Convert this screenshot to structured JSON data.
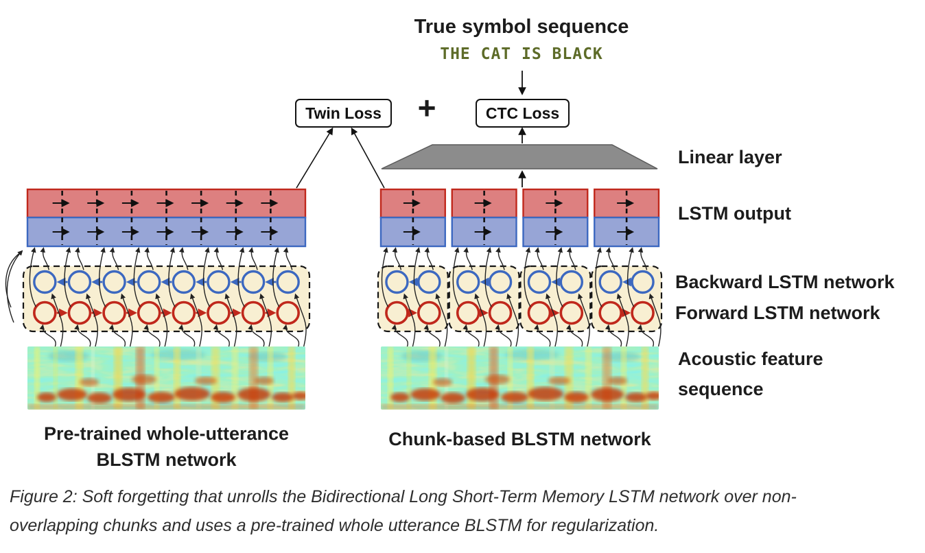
{
  "title": {
    "true_sequence": "True symbol sequence",
    "symbols": "THE CAT IS BLACK"
  },
  "loss": {
    "twin": "Twin Loss",
    "plus": "+",
    "ctc": "CTC Loss"
  },
  "layer_labels": {
    "linear": "Linear layer",
    "lstm_output": "LSTM output",
    "backward": "Backward LSTM network",
    "forward": "Forward LSTM network",
    "acoustic_line1": "Acoustic feature",
    "acoustic_line2": "sequence"
  },
  "network_labels": {
    "left_line1": "Pre-trained whole-utterance",
    "left_line2": "BLSTM network",
    "right": "Chunk-based BLSTM network"
  },
  "caption": {
    "line1": "Figure 2: Soft forgetting that unrolls the Bidirectional Long Short-Term Memory LSTM network over non-",
    "line2": "overlapping chunks and uses a pre-trained whole utterance BLSTM for regularization."
  },
  "structure": {
    "whole_utterance_frames": 8,
    "chunks": 4,
    "frames_per_chunk": 2
  },
  "colors": {
    "red": "#c0281c",
    "blue": "#3c68c0",
    "output_red": "#dd8080",
    "output_blue": "#97a5d6",
    "unit_bg": "#f8efd2",
    "trapezoid": "#8c8c8c",
    "sequence_text": "#5d6b28",
    "spectrogram_base": "#ace9ea"
  }
}
